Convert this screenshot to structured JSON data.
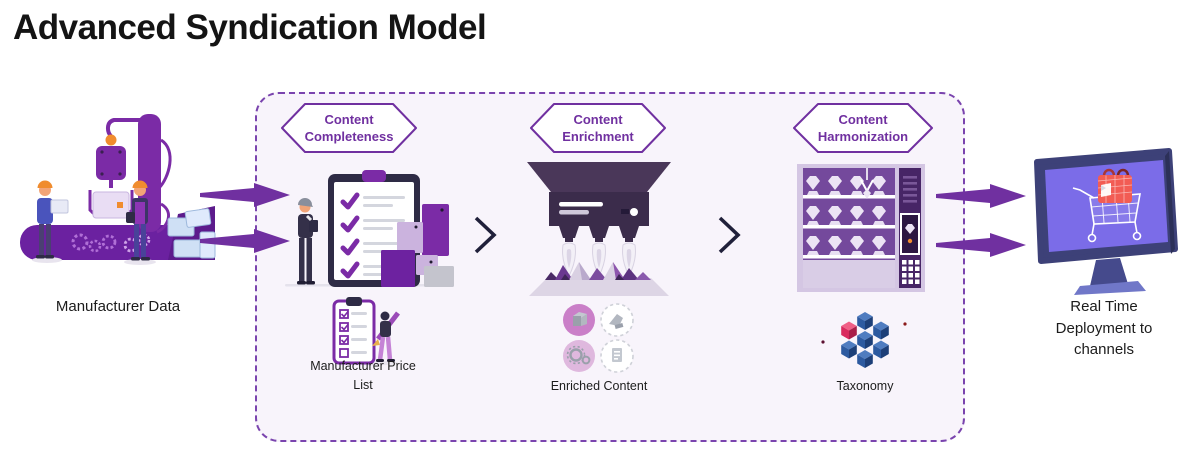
{
  "title": "Advanced Syndication Model",
  "source": {
    "label": "Manufacturer Data"
  },
  "pipeline": {
    "stages": [
      {
        "badge": "Content Completeness",
        "artifact": "Manufacturer Price List"
      },
      {
        "badge": "Content Enrichment",
        "artifact": "Enriched Content"
      },
      {
        "badge": "Content Harmonization",
        "artifact": "Taxonomy"
      }
    ]
  },
  "destination": {
    "label": "Real Time Deployment to channels"
  },
  "colors": {
    "accent_purple": "#7030a0",
    "container_background": "#f8f4fb",
    "container_border": "#7a44ae",
    "arrow": "#7030a0",
    "chevron": "#20203a",
    "label_text": "#1c1c1c",
    "title_text": "#141414",
    "monitor_screen": "#7b6ce8",
    "taxonomy_blue": "#2d5aa0",
    "taxonomy_pink": "#d92a5e"
  },
  "icons": {
    "source_illustration": "factory-conveyor-illustration",
    "stage1_illustration": "checklist-clipboard-illustration",
    "stage2_illustration": "enrichment-machine-illustration",
    "stage3_illustration": "gem-display-illustration",
    "artifact1_icon": "price-list-clipboard-icon",
    "artifact2_icon": "content-circles-icon",
    "artifact3_icon": "hexagon-cluster-icon",
    "destination_illustration": "monitor-shopping-cart-illustration",
    "flow_arrow": "arrow-right-icon",
    "stage_separator": "chevron-right-icon"
  }
}
